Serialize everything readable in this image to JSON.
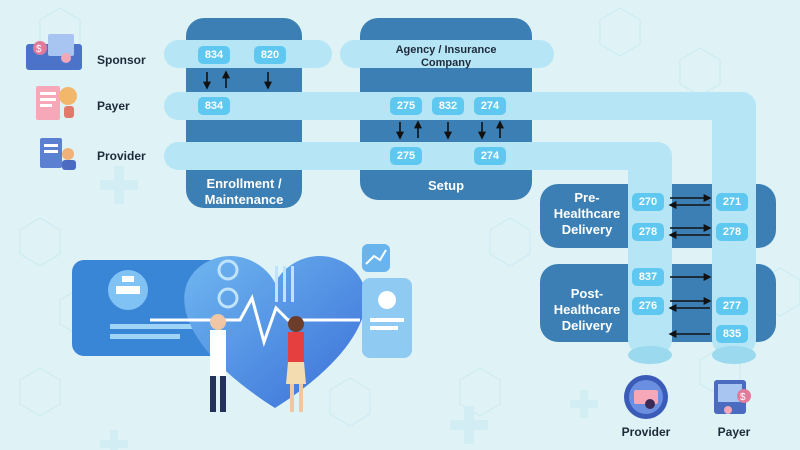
{
  "labels": {
    "sponsor": "Sponsor",
    "payer": "Payer",
    "provider": "Provider",
    "enrollment": "Enrollment / Maintenance",
    "setup": "Setup",
    "agency": "Agency / Insurance Company",
    "pre_healthcare": "Pre-Healthcare Delivery",
    "post_healthcare": "Post-Healthcare Delivery",
    "bottom_provider": "Provider",
    "bottom_payer": "Payer"
  },
  "codes": {
    "sponsor_a": "834",
    "sponsor_b": "820",
    "payer_a": "834",
    "setup_payer_a": "275",
    "setup_payer_b": "832",
    "setup_payer_c": "274",
    "setup_provider_a": "275",
    "setup_provider_b": "274",
    "pre_left_1": "270",
    "pre_right_1": "271",
    "pre_left_2": "278",
    "pre_right_2": "278",
    "post_left_1": "837",
    "post_left_2": "276",
    "post_right_2": "277",
    "post_right_3": "835"
  },
  "colors": {
    "panel": "#3b7fb4",
    "pipe": "#b6e6f6",
    "badge": "#5ec8f0",
    "background": "#dff3f7"
  }
}
